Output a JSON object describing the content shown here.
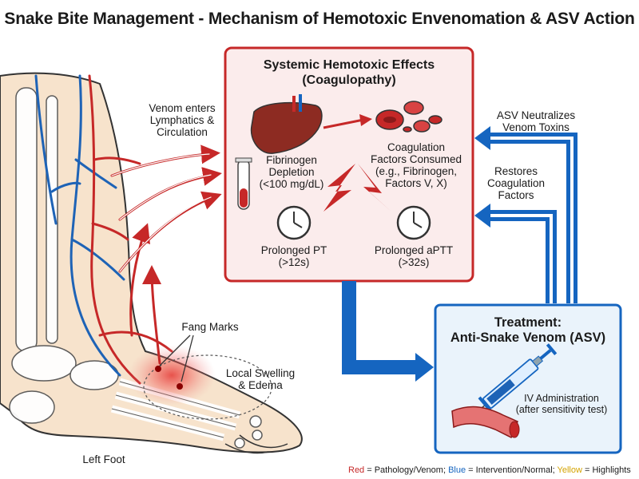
{
  "title": "Snake Bite Management - Mechanism of Hemotoxic Envenomation & ASV Action",
  "systemic": {
    "header_line1": "Systemic Hemotoxic Effects",
    "header_line2": "(Coagulopathy)",
    "fibrinogen": [
      "Fibrinogen",
      "Depletion",
      "(<100 mg/dL)"
    ],
    "coag_factors": [
      "Coagulation",
      "Factors Consumed",
      "(e.g., Fibrinogen,",
      "Factors V, X)"
    ],
    "pt": [
      "Prolonged PT",
      "(>12s)"
    ],
    "aptt": [
      "Prolonged aPTT",
      "(>32s)"
    ]
  },
  "venom_enters": [
    "Venom enters",
    "Lymphatics &",
    "Circulation"
  ],
  "asv_neutralizes": [
    "ASV Neutralizes",
    "Venom Toxins"
  ],
  "restores": [
    "Restores",
    "Coagulation",
    "Factors"
  ],
  "treatment": {
    "header_line1": "Treatment:",
    "header_line2": "Anti-Snake Venom (ASV)",
    "iv": [
      "IV Administration",
      "(after sensitivity test)"
    ]
  },
  "fang_marks": "Fang Marks",
  "local_swelling": [
    "Local Swelling",
    "& Edema"
  ],
  "left_foot": "Left Foot",
  "legend": {
    "red_word": "Red",
    "red_text": " = Pathology/Venom; ",
    "blue_word": "Blue",
    "blue_text": " = Intervention/Normal; ",
    "yellow_word": "Yellow",
    "yellow_text": " = Highlights"
  },
  "colors": {
    "pathology_red": "#c62828",
    "intervention_blue": "#1565c0",
    "highlight_yellow": "#d4a300",
    "box_fill": "#fbecec",
    "treatment_fill": "#eaf3fb",
    "skin": "#f7e3cc"
  }
}
